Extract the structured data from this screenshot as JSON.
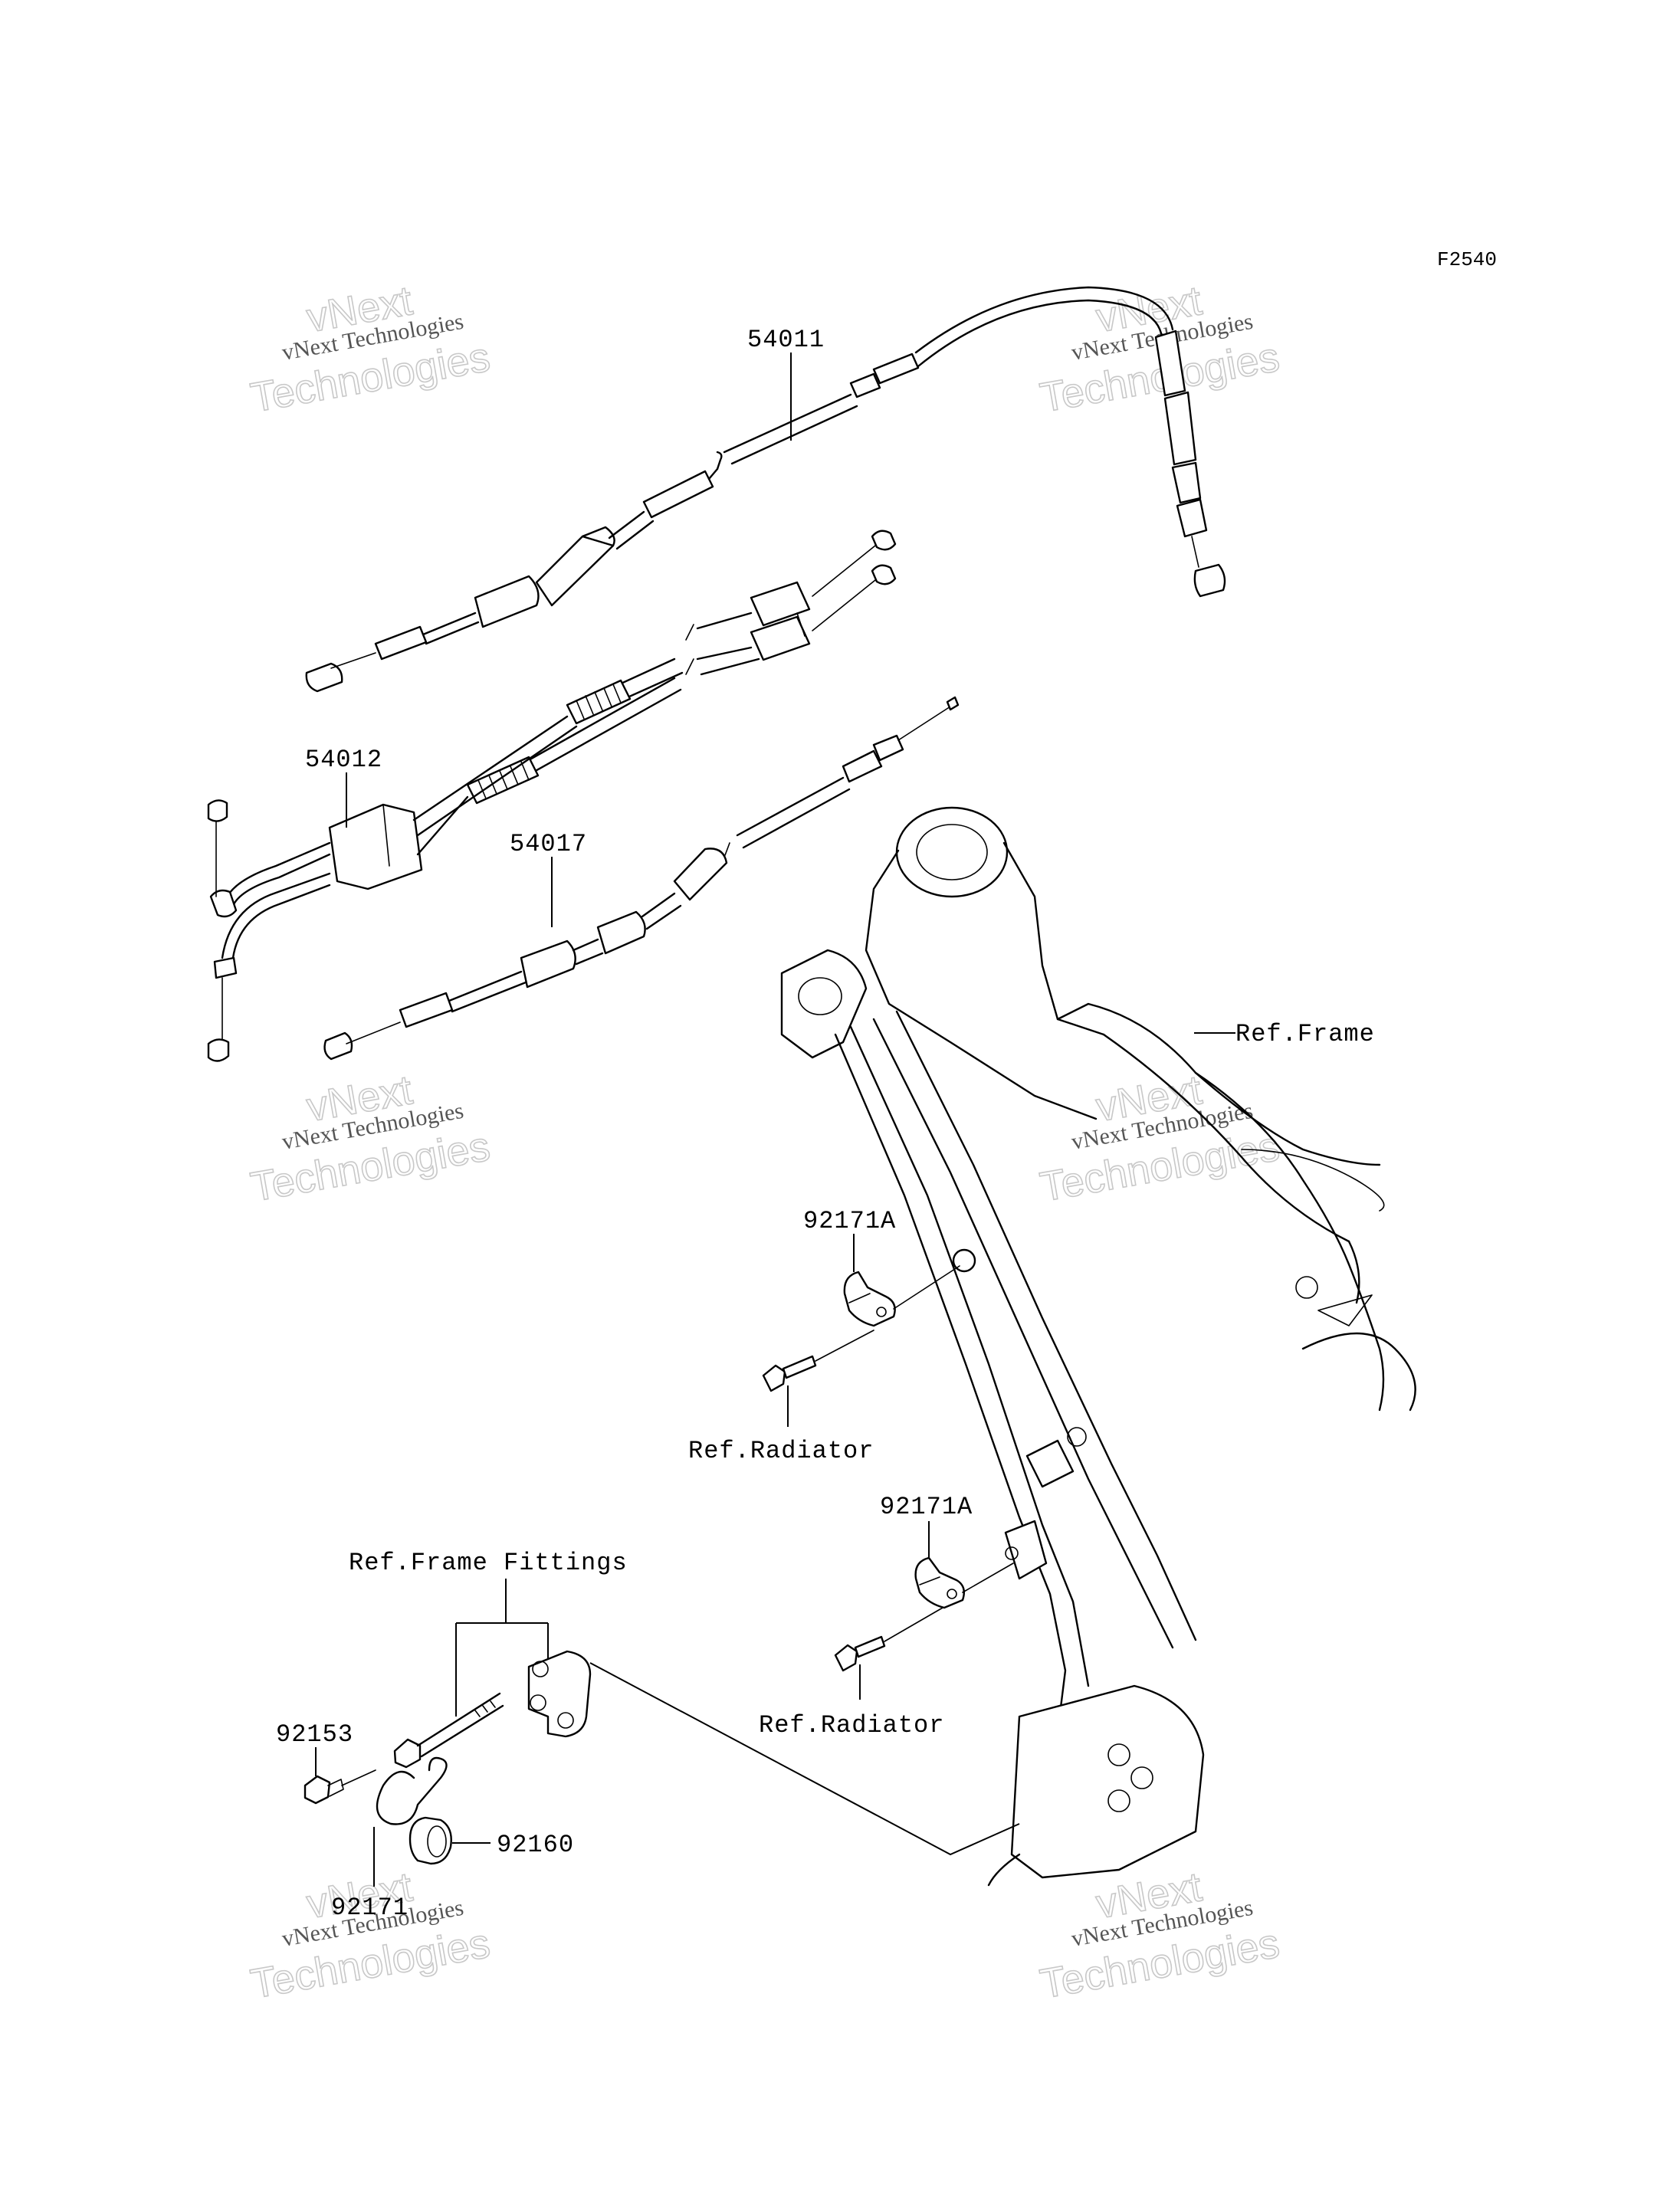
{
  "figure_code": "F2540",
  "parts": {
    "throttle_cable_upper": "54011",
    "throttle_cable_pair": "54012",
    "choke_cable": "54017",
    "clamp_a_upper": "92171A",
    "clamp_a_lower": "92171A",
    "bolt": "92153",
    "clamp": "92171",
    "grommet": "92160"
  },
  "references": {
    "frame": "Ref.Frame",
    "radiator_upper": "Ref.Radiator",
    "radiator_lower": "Ref.Radiator",
    "frame_fittings": "Ref.Frame Fittings"
  },
  "watermark": {
    "brand": "vNext",
    "company": "vNext Technologies",
    "word": "Technologies"
  }
}
